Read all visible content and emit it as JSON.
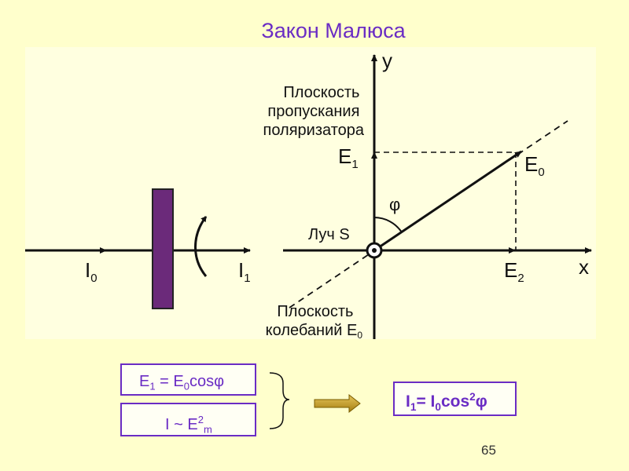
{
  "slide": {
    "title": "Закон Малюса",
    "page_number": "65"
  },
  "diagram": {
    "axis_y": "y",
    "axis_x": "x",
    "plane_pass_1": "Плоскость",
    "plane_pass_2": "пропускания",
    "plane_pass_3": "поляризатора",
    "plane_osc_1": "Плоскость",
    "plane_osc_2": "колебаний E",
    "plane_osc_2_sub": "0",
    "ray_label": "Луч S",
    "e1": "E",
    "e1_sub": "1",
    "e0": "E",
    "e0_sub": "0",
    "e2": "E",
    "e2_sub": "2",
    "phi": "φ",
    "i0": "I",
    "i0_sub": "0",
    "i1": "I",
    "i1_sub": "1",
    "colors": {
      "polarizer": "#6b2a7a",
      "arrow": "#c9a227",
      "formula": "#6a2cc4",
      "panel": "#ffffe0"
    }
  },
  "formulas": {
    "f1_a": "E",
    "f1_a_sub": "1",
    "f1_b": " = E",
    "f1_b_sub": "0",
    "f1_c": "cosφ",
    "f2_a": "I ~ E",
    "f2_sup": "2",
    "f2_sub": "m",
    "res_a": "I",
    "res_a_sub": "1",
    "res_b": "= I",
    "res_b_sub": "0",
    "res_c": "cos",
    "res_sup": "2",
    "res_d": "φ"
  }
}
